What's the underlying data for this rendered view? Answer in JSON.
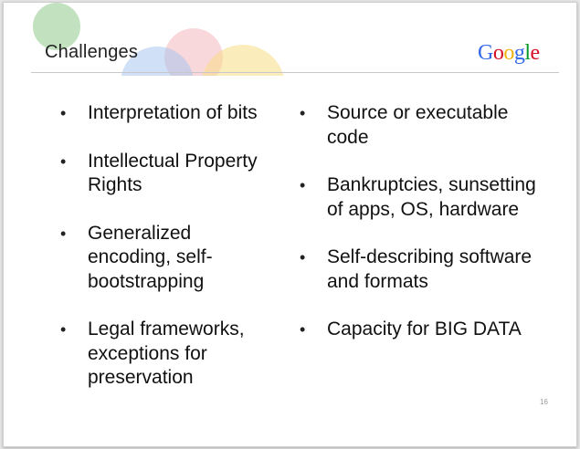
{
  "slide": {
    "title": "Challenges",
    "logo": {
      "letters": [
        "G",
        "o",
        "o",
        "g",
        "l",
        "e"
      ],
      "colors": [
        "#3369e8",
        "#d50f25",
        "#eeb211",
        "#3369e8",
        "#009925",
        "#d50f25"
      ]
    },
    "page_number": "16",
    "bullet_glyph": "•",
    "left_items": [
      "Interpretation of bits",
      "Intellectual Property Rights",
      "Generalized encoding, self-bootstrapping",
      "Legal frameworks, exceptions for preservation"
    ],
    "right_items": [
      "Source or executable code",
      "Bankruptcies, sunsetting of apps, OS, hardware",
      "Self-describing software and formats",
      "Capacity for BIG DATA"
    ],
    "decoration_colors": [
      "#8fc98a",
      "#f2b8bd",
      "#a9c6ee",
      "#f7dc85"
    ]
  }
}
